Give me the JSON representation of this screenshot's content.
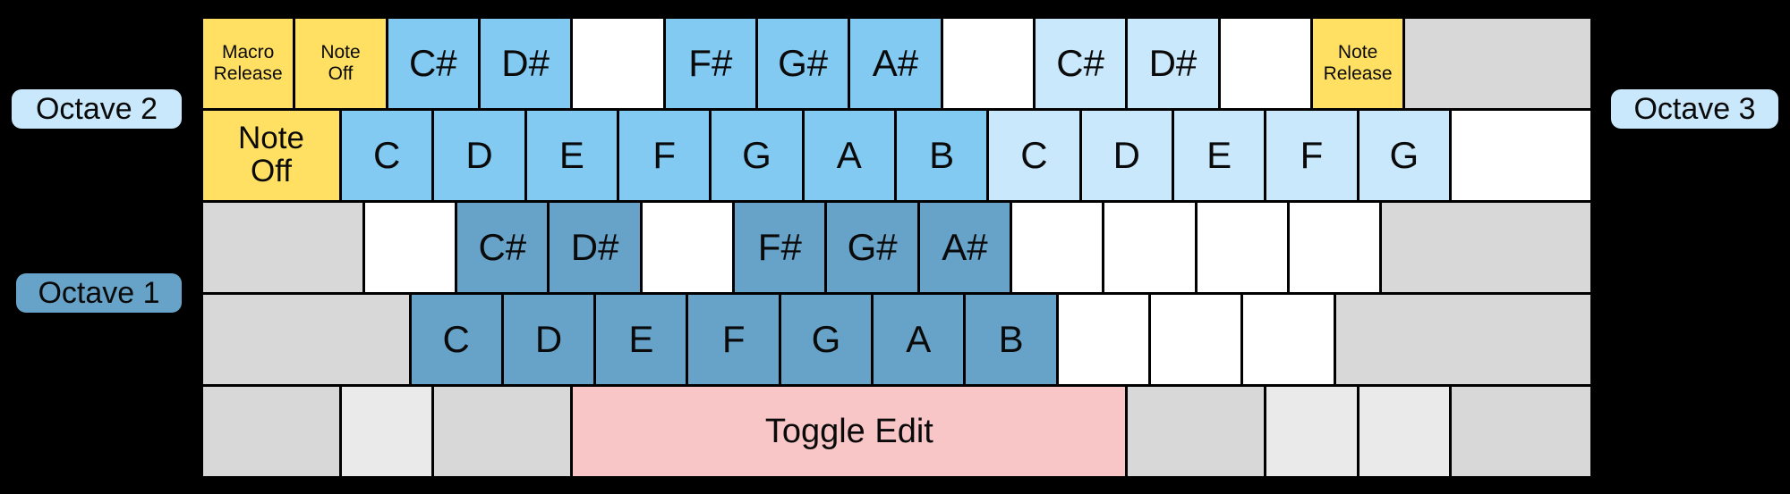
{
  "palette": {
    "yellow": "#FFE063",
    "blue_octave2": "#82CAF2",
    "blue_octave3": "#C9E8FB",
    "blue_octave1": "#67A3C8",
    "pink": "#F9C6C7",
    "gray": "#D8D8D8",
    "light_gray": "#EAEAEA",
    "white": "#FFFFFF",
    "border": "#000000"
  },
  "labels": {
    "octave1": "Octave 1",
    "octave2": "Octave 2",
    "octave3": "Octave 3"
  },
  "grid": {
    "rows": [
      {
        "name": "row-octave2-sharps-and-functions",
        "cells": [
          {
            "lines": [
              "Macro",
              "Release"
            ],
            "color": "yellow",
            "size": "small",
            "span": 1,
            "name": "key-macro-release"
          },
          {
            "lines": [
              "Note",
              "Off"
            ],
            "color": "yellow",
            "size": "small",
            "span": 1,
            "name": "key-note-off-sharp-row"
          },
          {
            "label": "C#",
            "color": "blue_octave2",
            "span": 1,
            "name": "key-c-sharp-octave-2"
          },
          {
            "label": "D#",
            "color": "blue_octave2",
            "span": 1,
            "name": "key-d-sharp-octave-2"
          },
          {
            "color": "white",
            "span": 1,
            "name": "pad-blank"
          },
          {
            "label": "F#",
            "color": "blue_octave2",
            "span": 1,
            "name": "key-f-sharp-octave-2"
          },
          {
            "label": "G#",
            "color": "blue_octave2",
            "span": 1,
            "name": "key-g-sharp-octave-2"
          },
          {
            "label": "A#",
            "color": "blue_octave2",
            "span": 1,
            "name": "key-a-sharp-octave-2"
          },
          {
            "color": "white",
            "span": 1,
            "name": "pad-blank"
          },
          {
            "label": "C#",
            "color": "blue_octave3",
            "span": 1,
            "name": "key-c-sharp-octave-3"
          },
          {
            "label": "D#",
            "color": "blue_octave3",
            "span": 1,
            "name": "key-d-sharp-octave-3"
          },
          {
            "color": "white",
            "span": 1,
            "name": "pad-blank"
          },
          {
            "lines": [
              "Note",
              "Release"
            ],
            "color": "yellow",
            "size": "small",
            "span": 1,
            "name": "key-note-release"
          },
          {
            "color": "gray",
            "span": 2,
            "name": "pad-unassigned"
          }
        ]
      },
      {
        "name": "row-octave2-3-naturals",
        "cells": [
          {
            "lines": [
              "Note",
              "Off"
            ],
            "color": "yellow",
            "size": "medium",
            "span": 1.5,
            "name": "key-note-off"
          },
          {
            "label": "C",
            "color": "blue_octave2",
            "span": 1,
            "name": "key-c-octave-2"
          },
          {
            "label": "D",
            "color": "blue_octave2",
            "span": 1,
            "name": "key-d-octave-2"
          },
          {
            "label": "E",
            "color": "blue_octave2",
            "span": 1,
            "name": "key-e-octave-2"
          },
          {
            "label": "F",
            "color": "blue_octave2",
            "span": 1,
            "name": "key-f-octave-2"
          },
          {
            "label": "G",
            "color": "blue_octave2",
            "span": 1,
            "name": "key-g-octave-2"
          },
          {
            "label": "A",
            "color": "blue_octave2",
            "span": 1,
            "name": "key-a-octave-2"
          },
          {
            "label": "B",
            "color": "blue_octave2",
            "span": 1,
            "name": "key-b-octave-2"
          },
          {
            "label": "C",
            "color": "blue_octave3",
            "span": 1,
            "name": "key-c-octave-3"
          },
          {
            "label": "D",
            "color": "blue_octave3",
            "span": 1,
            "name": "key-d-octave-3"
          },
          {
            "label": "E",
            "color": "blue_octave3",
            "span": 1,
            "name": "key-e-octave-3"
          },
          {
            "label": "F",
            "color": "blue_octave3",
            "span": 1,
            "name": "key-f-octave-3"
          },
          {
            "label": "G",
            "color": "blue_octave3",
            "span": 1,
            "name": "key-g-octave-3"
          },
          {
            "color": "white",
            "span": 1.5,
            "name": "pad-blank"
          }
        ]
      },
      {
        "name": "row-octave1-sharps",
        "cells": [
          {
            "color": "gray",
            "span": 1.75,
            "name": "pad-unassigned"
          },
          {
            "color": "white",
            "span": 1,
            "name": "pad-blank"
          },
          {
            "label": "C#",
            "color": "blue_octave1",
            "span": 1,
            "name": "key-c-sharp-octave-1"
          },
          {
            "label": "D#",
            "color": "blue_octave1",
            "span": 1,
            "name": "key-d-sharp-octave-1"
          },
          {
            "color": "white",
            "span": 1,
            "name": "pad-blank"
          },
          {
            "label": "F#",
            "color": "blue_octave1",
            "span": 1,
            "name": "key-f-sharp-octave-1"
          },
          {
            "label": "G#",
            "color": "blue_octave1",
            "span": 1,
            "name": "key-g-sharp-octave-1"
          },
          {
            "label": "A#",
            "color": "blue_octave1",
            "span": 1,
            "name": "key-a-sharp-octave-1"
          },
          {
            "color": "white",
            "span": 1,
            "name": "pad-blank"
          },
          {
            "color": "white",
            "span": 1,
            "name": "pad-blank"
          },
          {
            "color": "white",
            "span": 1,
            "name": "pad-blank"
          },
          {
            "color": "white",
            "span": 1,
            "name": "pad-blank"
          },
          {
            "color": "gray",
            "span": 2.25,
            "name": "pad-unassigned"
          }
        ]
      },
      {
        "name": "row-octave1-naturals",
        "cells": [
          {
            "color": "gray",
            "span": 2.25,
            "name": "pad-unassigned"
          },
          {
            "label": "C",
            "color": "blue_octave1",
            "span": 1,
            "name": "key-c-octave-1"
          },
          {
            "label": "D",
            "color": "blue_octave1",
            "span": 1,
            "name": "key-d-octave-1"
          },
          {
            "label": "E",
            "color": "blue_octave1",
            "span": 1,
            "name": "key-e-octave-1"
          },
          {
            "label": "F",
            "color": "blue_octave1",
            "span": 1,
            "name": "key-f-octave-1"
          },
          {
            "label": "G",
            "color": "blue_octave1",
            "span": 1,
            "name": "key-g-octave-1"
          },
          {
            "label": "A",
            "color": "blue_octave1",
            "span": 1,
            "name": "key-a-octave-1"
          },
          {
            "label": "B",
            "color": "blue_octave1",
            "span": 1,
            "name": "key-b-octave-1"
          },
          {
            "color": "white",
            "span": 1,
            "name": "pad-blank"
          },
          {
            "color": "white",
            "span": 1,
            "name": "pad-blank"
          },
          {
            "color": "white",
            "span": 1,
            "name": "pad-blank"
          },
          {
            "color": "gray",
            "span": 2.75,
            "name": "pad-unassigned"
          }
        ]
      },
      {
        "name": "row-bottom-functions",
        "cells": [
          {
            "color": "gray",
            "span": 1.5,
            "name": "pad-unassigned"
          },
          {
            "color": "light_gray",
            "span": 1,
            "name": "pad-unassigned-light"
          },
          {
            "color": "gray",
            "span": 1.5,
            "name": "pad-unassigned"
          },
          {
            "label": "Toggle Edit",
            "color": "pink",
            "size": "xlarge",
            "span": 6,
            "name": "key-toggle-edit"
          },
          {
            "color": "gray",
            "span": 1.5,
            "name": "pad-unassigned"
          },
          {
            "color": "light_gray",
            "span": 1,
            "name": "pad-unassigned-light"
          },
          {
            "color": "light_gray",
            "span": 1,
            "name": "pad-unassigned-light"
          },
          {
            "color": "gray",
            "span": 1.5,
            "name": "pad-unassigned"
          }
        ]
      }
    ]
  }
}
